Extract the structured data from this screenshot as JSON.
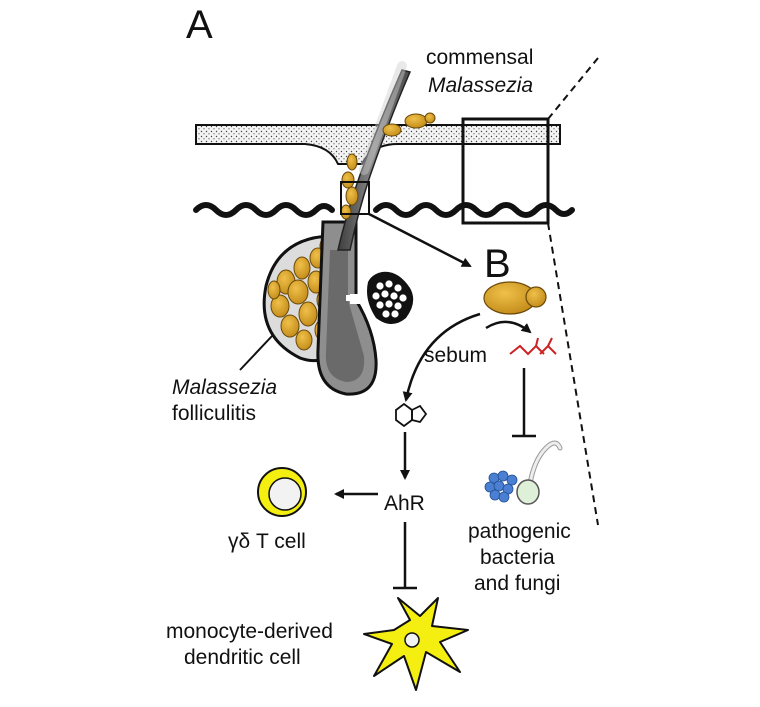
{
  "panels": {
    "a": "A",
    "b": "B"
  },
  "labels": {
    "commensal_line1": "commensal",
    "commensal_line2": "Malassezia",
    "folliculitis_line1": "Malassezia",
    "folliculitis_line2": "folliculitis",
    "sebum": "sebum",
    "ahr": "AhR",
    "gd_t_cell": "γδ T cell",
    "pathogenic_line1": "pathogenic",
    "pathogenic_line2": "bacteria",
    "pathogenic_line3": "and fungi",
    "dc_line1": "monocyte-derived",
    "dc_line2": "dendritic cell"
  },
  "colors": {
    "malassezia": "#d9a32a",
    "yellow_cell": "#f4ef10",
    "bacteria": "#4a7fd4",
    "lipid": "#cc2222",
    "hair": "#6e6e6e"
  }
}
